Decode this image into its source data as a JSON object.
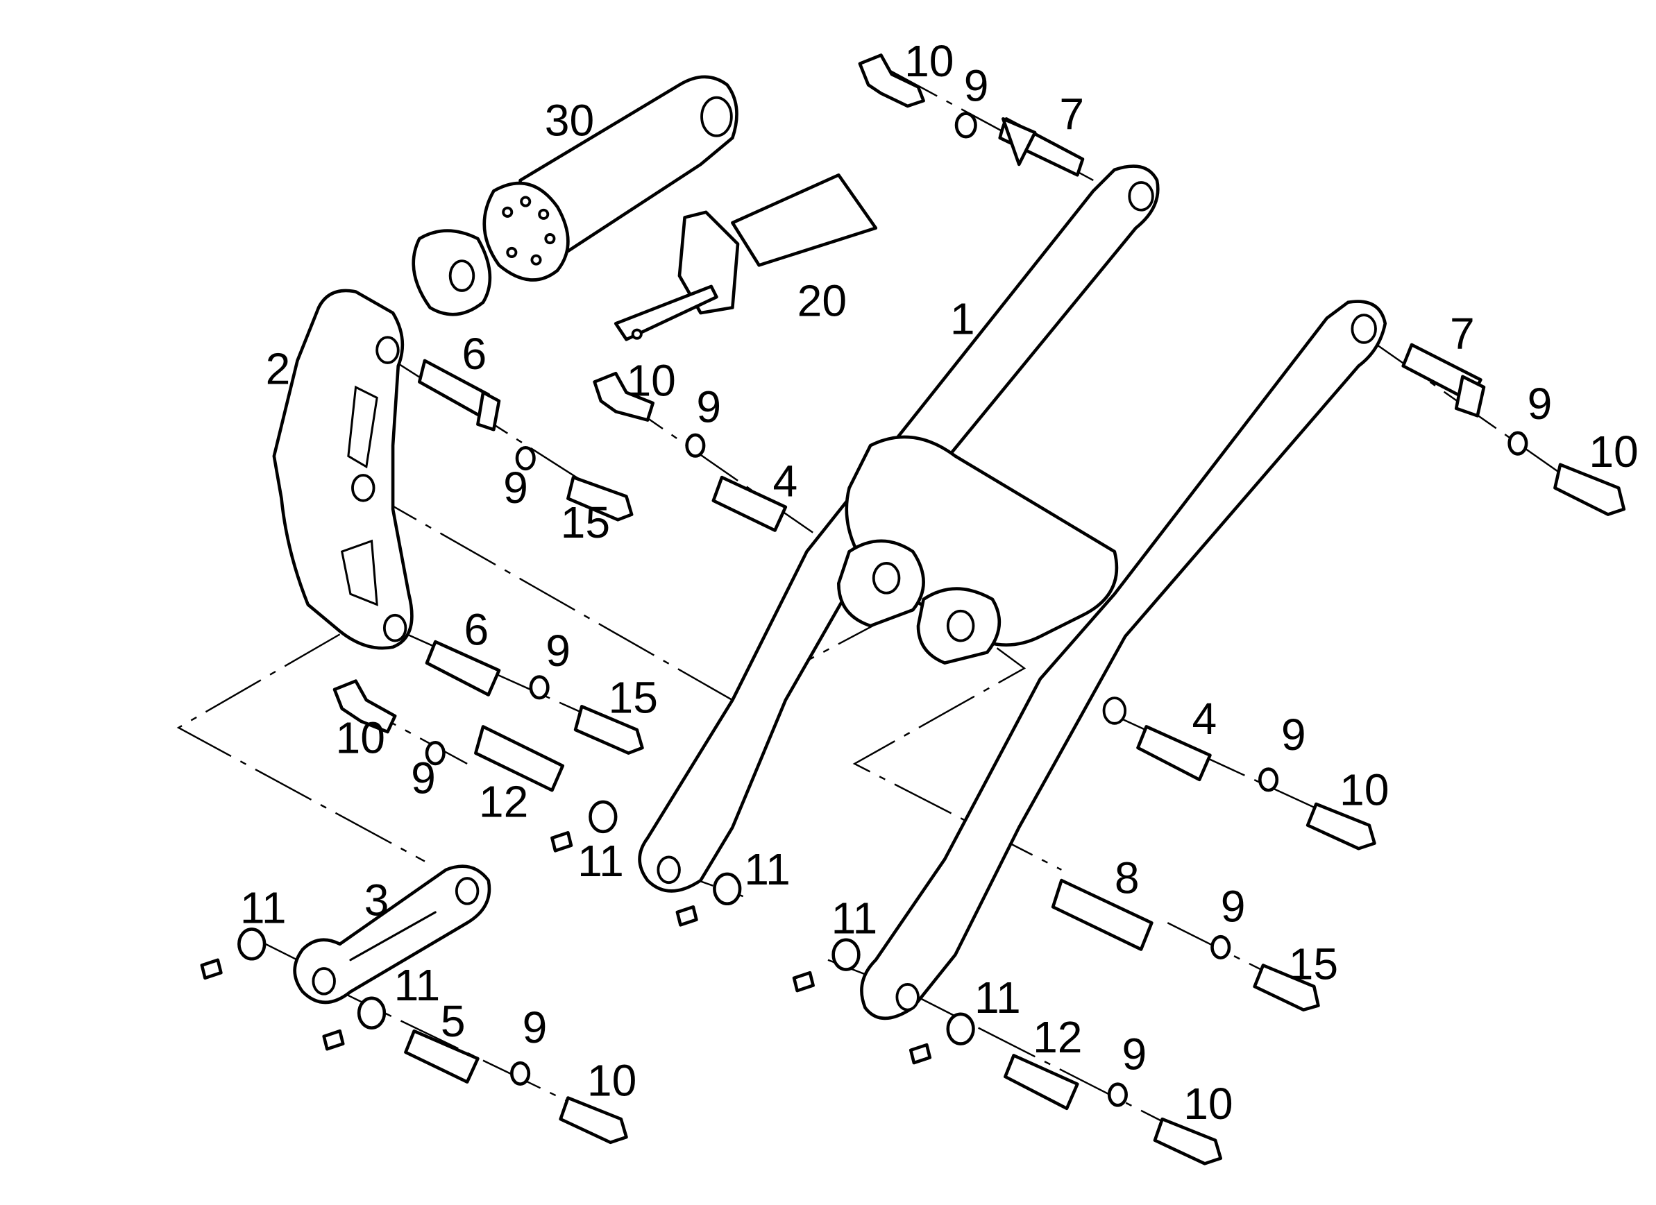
{
  "labels": {
    "p1": "1",
    "p2": "2",
    "p3": "3",
    "p4a": "4",
    "p4b": "4",
    "p5": "5",
    "p6a": "6",
    "p6b": "6",
    "p7a": "7",
    "p7b": "7",
    "p8": "8",
    "p9a": "9",
    "p9b": "9",
    "p9c": "9",
    "p9d": "9",
    "p9e": "9",
    "p9f": "9",
    "p9g": "9",
    "p9h": "9",
    "p9i": "9",
    "p9j": "9",
    "p10a": "10",
    "p10b": "10",
    "p10c": "10",
    "p10d": "10",
    "p10e": "10",
    "p10f": "10",
    "p10g": "10",
    "p11a": "11",
    "p11b": "11",
    "p11c": "11",
    "p11d": "11",
    "p11e": "11",
    "p11f": "11",
    "p12a": "12",
    "p12b": "12",
    "p15a": "15",
    "p15b": "15",
    "p15c": "15",
    "p20": "20",
    "p30": "30"
  }
}
